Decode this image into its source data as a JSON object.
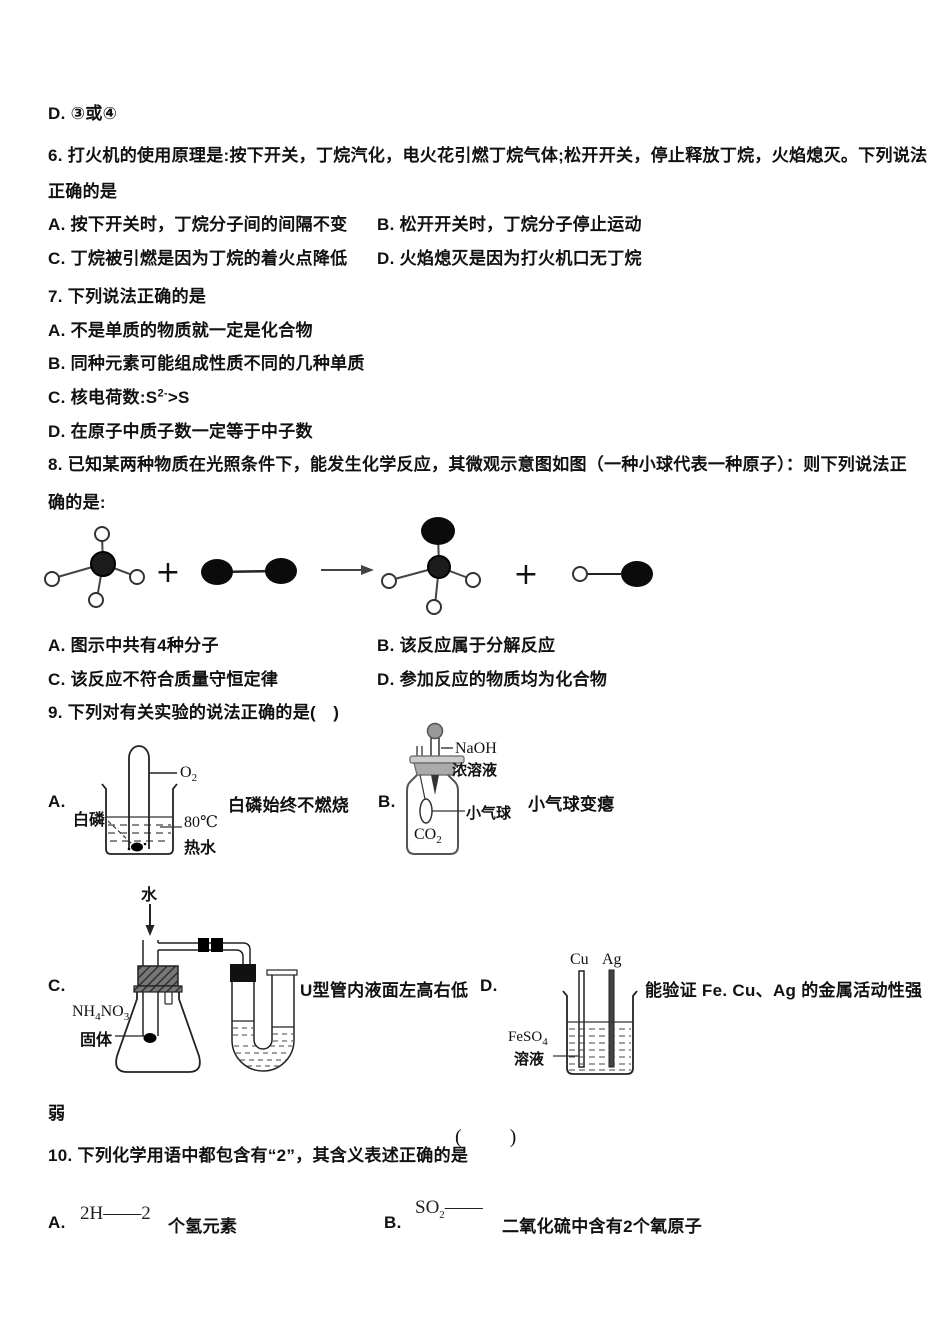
{
  "prev": {
    "option_d": "D. ③或④"
  },
  "q6": {
    "stem1": "6. 打火机的使用原理是:按下开关，丁烷汽化，电火花引燃丁烷气体;松开开关，停止释放丁烷，火焰熄灭。下列说法",
    "stem2": "正确的是",
    "a": "A. 按下开关时，丁烷分子间的间隔不变",
    "b": "B. 松开开关时，丁烷分子停止运动",
    "c": "C. 丁烷被引燃是因为丁烷的着火点降低",
    "d": "D. 火焰熄灭是因为打火机口无丁烷"
  },
  "q7": {
    "stem": "7. 下列说法正确的是",
    "a": "A. 不是单质的物质就一定是化合物",
    "b": "B. 同种元素可能组成性质不同的几种单质",
    "c_prefix": "C. 核电荷数:S",
    "c_sup": "2-",
    "c_suffix": ">S",
    "d": "D. 在原子中质子数一定等于中子数"
  },
  "q8": {
    "stem1": "8. 已知某两种物质在光照条件下，能发生化学反应，其微观示意图如图（一种小球代表一种原子）：则下列说法正",
    "stem2": "确的是:",
    "plus": "+",
    "a": "A. 图示中共有4种分子",
    "b": "B. 该反应属于分解反应",
    "c": "C. 该反应不符合质量守恒定律",
    "d": "D. 参加反应的物质均为化合物"
  },
  "q9": {
    "stem": "9. 下列对有关实验的说法正确的是(　)",
    "optionA": {
      "letter": "A.",
      "caption": "白磷始终不燃烧"
    },
    "optionB": {
      "letter": "B.",
      "caption": "小气球变瘪"
    },
    "optionC": {
      "letter": "C.",
      "caption": "U型管内液面左高右低"
    },
    "optionD": {
      "letter": "D.",
      "caption": "能验证 Fe. Cu、Ag 的金属活动性强"
    },
    "caption_cont": "弱",
    "labels": {
      "o2_base": "O",
      "o2_sub": "2",
      "white_phosphorus": "白磷",
      "temp": "80℃",
      "hot_water": "热水",
      "naoh": "NaOH",
      "conc_solution": "浓溶液",
      "balloon": "小气球",
      "co2_base": "CO",
      "co2_sub": "2",
      "water": "水",
      "nh4no3_p1": "NH",
      "nh4no3_s1": "4",
      "nh4no3_p2": "NO",
      "nh4no3_s2": "3",
      "solid": "固体",
      "cu": "Cu",
      "ag": "Ag",
      "feso4_base": "FeSO",
      "feso4_sub": "4",
      "solution": "溶液"
    }
  },
  "q10": {
    "stem": "10. 下列化学用语中都包含有“2”，其含义表述正确的是",
    "bracket": "(　)",
    "a_letter": "A.",
    "a_formula": "2H——2",
    "a_text": "个氢元素",
    "b_letter": "B.",
    "b_formula_base": "SO",
    "b_formula_sub": "2",
    "b_dash": "——",
    "b_text": "二氧化硫中含有2个氧原子"
  }
}
